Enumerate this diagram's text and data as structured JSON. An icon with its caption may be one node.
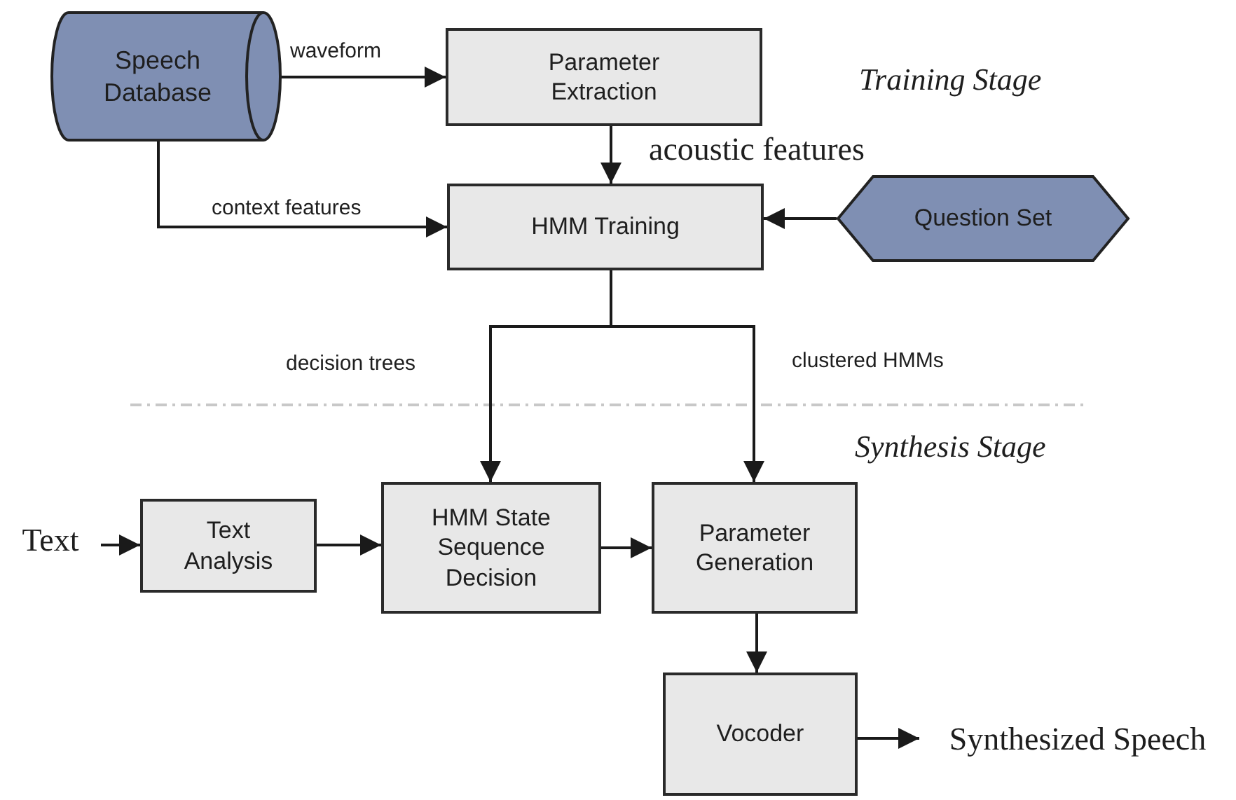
{
  "diagram": {
    "nodes": [
      {
        "text": [
          "Speech Database"
        ]
      },
      {
        "text": [
          "Parameter Extraction"
        ]
      },
      {
        "text": [
          "HMM Training"
        ]
      },
      {
        "text": [
          "Question Set"
        ]
      },
      {
        "text": [
          "Text"
        ]
      },
      {
        "text": [
          "Text Analysis"
        ]
      },
      {
        "text": [
          "HMM State Sequence Decision"
        ]
      },
      {
        "text": [
          "Parameter Generation"
        ]
      },
      {
        "text": [
          "Vocoder"
        ]
      },
      {
        "text": [
          "Synthesized Speech"
        ]
      }
    ],
    "edges": [
      {
        "from": 0,
        "to": 1,
        "arrow": "to",
        "label": "waveform"
      },
      {
        "from": 0,
        "to": 2,
        "arrow": "to",
        "label": "context features"
      },
      {
        "from": 1,
        "to": 2,
        "arrow": "to",
        "label": "acoustic features"
      },
      {
        "from": 3,
        "to": 2,
        "arrow": "to"
      },
      {
        "from": 2,
        "to": 6,
        "arrow": "to",
        "label": "decision trees"
      },
      {
        "from": 2,
        "to": 7,
        "arrow": "to",
        "label": "clustered HMMs"
      },
      {
        "from": 4,
        "to": 5,
        "arrow": "to"
      },
      {
        "from": 5,
        "to": 6,
        "arrow": "to"
      },
      {
        "from": 6,
        "to": 7,
        "arrow": "to"
      },
      {
        "from": 7,
        "to": 8,
        "arrow": "to"
      },
      {
        "from": 8,
        "to": 9,
        "arrow": "to"
      }
    ],
    "labels": [
      "Training Stage",
      "Synthesis Stage"
    ]
  }
}
